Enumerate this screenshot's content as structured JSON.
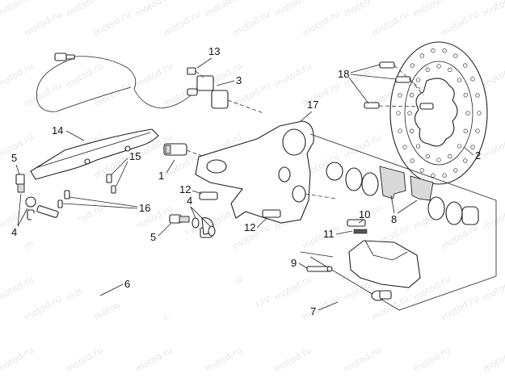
{
  "watermark": "motod.ru",
  "callouts": {
    "c1": "1",
    "c2": "2",
    "c3": "3",
    "c4a": "4",
    "c4b": "4",
    "c5a": "5",
    "c5b": "5",
    "c6": "6",
    "c7": "7",
    "c8": "8",
    "c9": "9",
    "c10": "10",
    "c11": "11",
    "c12a": "12",
    "c12b": "12",
    "c13": "13",
    "c14": "14",
    "c15": "15",
    "c16": "16",
    "c17": "17",
    "c18": "18"
  }
}
